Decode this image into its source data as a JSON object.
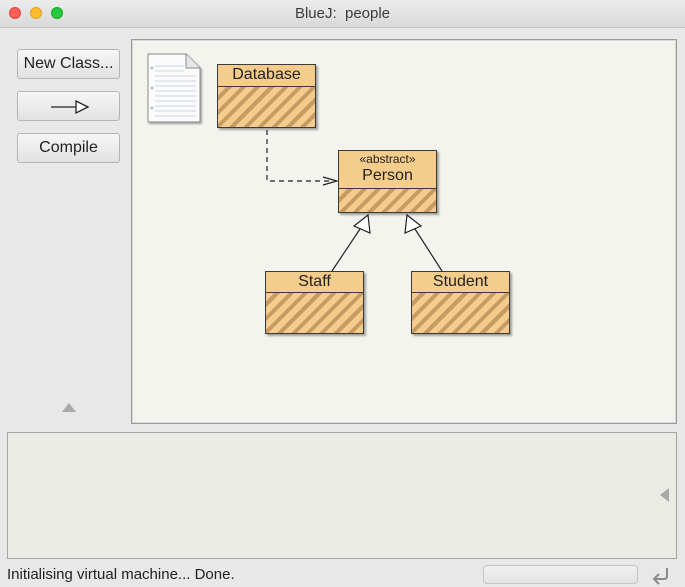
{
  "window": {
    "title": "BlueJ:  people"
  },
  "toolbar": {
    "new_class_label": "New Class...",
    "compile_label": "Compile",
    "arrow_icon": "inheritance-arrow-icon"
  },
  "diagram": {
    "classes": [
      {
        "name": "Database",
        "stereotype": ""
      },
      {
        "name": "Person",
        "stereotype": "«abstract»"
      },
      {
        "name": "Staff",
        "stereotype": ""
      },
      {
        "name": "Student",
        "stereotype": ""
      }
    ],
    "relations": [
      {
        "from": "Database",
        "to": "Person",
        "kind": "uses"
      },
      {
        "from": "Staff",
        "to": "Person",
        "kind": "extends"
      },
      {
        "from": "Student",
        "to": "Person",
        "kind": "extends"
      }
    ],
    "colors": {
      "class_fill": "#f4cc8b",
      "hatch": "#c99b64",
      "canvas": "#f4f4ef"
    }
  },
  "status": {
    "message": "Initialising virtual machine... Done."
  }
}
